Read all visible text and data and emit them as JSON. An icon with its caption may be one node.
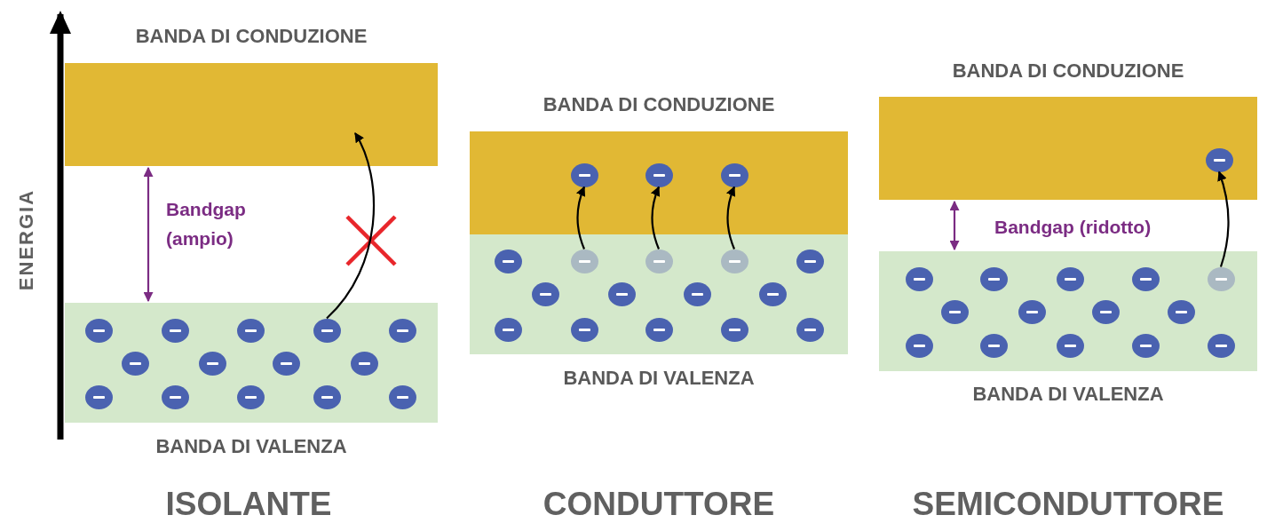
{
  "diagram": {
    "nodes": [
      {
        "text": [
          "BANDA DI CONDUZIONE"
        ]
      },
      {
        "text": [
          "BANDA DI VALENZA"
        ]
      },
      {
        "text": [],
        "shape": "circle",
        "in": 1
      },
      {
        "text": [],
        "shape": "circle",
        "in": 1
      },
      {
        "text": [],
        "shape": "circle",
        "in": 1
      },
      {
        "text": [],
        "shape": "circle",
        "in": 1
      },
      {
        "text": [],
        "shape": "circle",
        "in": 1
      },
      {
        "text": [],
        "shape": "circle",
        "in": 1
      },
      {
        "text": [],
        "shape": "circle",
        "in": 1
      },
      {
        "text": [],
        "shape": "circle",
        "in": 1
      },
      {
        "text": [],
        "shape": "circle",
        "in": 1
      },
      {
        "text": [],
        "shape": "circle",
        "in": 1
      },
      {
        "text": [],
        "shape": "circle",
        "in": 1
      },
      {
        "text": [],
        "shape": "circle",
        "in": 1
      },
      {
        "text": [],
        "shape": "circle",
        "in": 1
      },
      {
        "text": [],
        "shape": "circle",
        "in": 1
      },
      {
        "text": [
          "BANDA DI CONDUZIONE"
        ]
      },
      {
        "text": [],
        "shape": "circle",
        "in": 16
      },
      {
        "text": [],
        "shape": "circle",
        "in": 16
      },
      {
        "text": [],
        "shape": "circle",
        "in": 16
      },
      {
        "text": [
          "BANDA DI VALENZA"
        ]
      },
      {
        "text": [],
        "shape": "circle",
        "in": 20
      },
      {
        "text": [],
        "shape": "circle",
        "in": 20
      },
      {
        "text": [],
        "shape": "circle",
        "in": 20
      },
      {
        "text": [],
        "shape": "circle",
        "in": 20
      },
      {
        "text": [],
        "shape": "circle",
        "in": 20
      },
      {
        "text": [],
        "shape": "circle",
        "in": 20
      },
      {
        "text": [],
        "shape": "circle",
        "in": 20
      },
      {
        "text": [],
        "shape": "circle",
        "in": 20
      },
      {
        "text": [],
        "shape": "circle",
        "in": 20
      },
      {
        "text": [],
        "shape": "circle",
        "in": 20
      },
      {
        "text": [],
        "shape": "circle",
        "in": 20
      },
      {
        "text": [],
        "shape": "circle",
        "in": 20
      },
      {
        "text": [],
        "shape": "circle",
        "in": 20
      },
      {
        "text": [],
        "shape": "circle",
        "in": 20
      },
      {
        "text": [
          "BANDA DI CONDUZIONE"
        ]
      },
      {
        "text": [],
        "shape": "circle",
        "in": 35
      },
      {
        "text": [
          "BANDA DI VALENZA"
        ]
      },
      {
        "text": [],
        "shape": "circle",
        "in": 37
      },
      {
        "text": [],
        "shape": "circle",
        "in": 37
      },
      {
        "text": [],
        "shape": "circle",
        "in": 37
      },
      {
        "text": [],
        "shape": "circle",
        "in": 37
      },
      {
        "text": [],
        "shape": "circle",
        "in": 37
      },
      {
        "text": [],
        "shape": "circle",
        "in": 37
      },
      {
        "text": [],
        "shape": "circle",
        "in": 37
      },
      {
        "text": [],
        "shape": "circle",
        "in": 37
      },
      {
        "text": [],
        "shape": "circle",
        "in": 37
      },
      {
        "text": [],
        "shape": "circle",
        "in": 37
      },
      {
        "text": [],
        "shape": "circle",
        "in": 37
      },
      {
        "text": [],
        "shape": "circle",
        "in": 37
      },
      {
        "text": [],
        "shape": "circle",
        "in": 37
      },
      {
        "text": [],
        "shape": "circle",
        "in": 37
      }
    ],
    "edges": [
      {
        "from": 0,
        "to": 1,
        "arrow": "both",
        "color": "#7b2c83"
      },
      {
        "from": 5,
        "to": 0,
        "arrow": "to"
      },
      {
        "from": 22,
        "to": 17,
        "arrow": "to"
      },
      {
        "from": 23,
        "to": 18,
        "arrow": "to"
      },
      {
        "from": 24,
        "to": 19,
        "arrow": "to"
      },
      {
        "from": 35,
        "to": 37,
        "arrow": "both",
        "color": "#7b2c83"
      },
      {
        "from": 42,
        "to": 36,
        "arrow": "to"
      }
    ],
    "labels": [
      "ENERGIA",
      "Bandgap (ampio)",
      "Bandgap (ridotto)",
      "ISOLANTE",
      "CONDUTTORE",
      "SEMICONDUTTORE"
    ]
  }
}
